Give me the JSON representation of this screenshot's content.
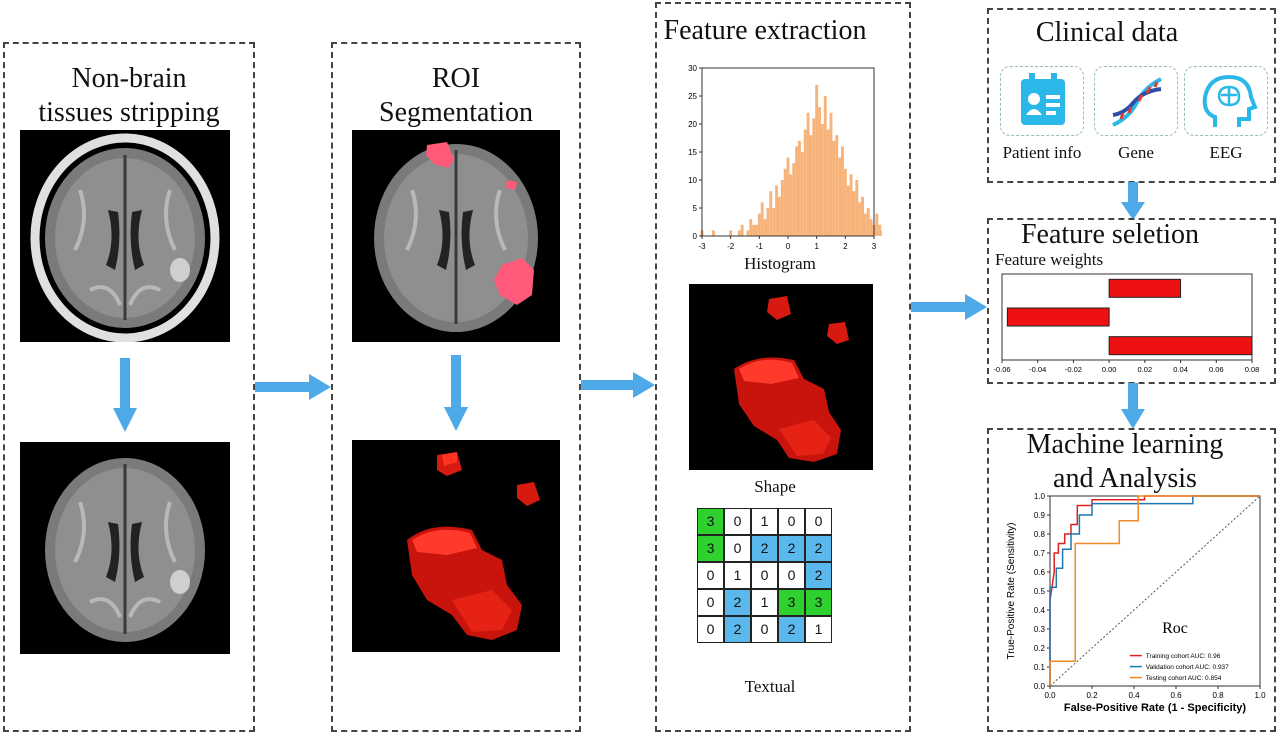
{
  "panels": {
    "stripping": {
      "title": "Non-brain\ntissues stripping"
    },
    "roi": {
      "title": "ROI\nSegmentation"
    },
    "features": {
      "title": "Feature extraction",
      "histogram_label": "Histogram",
      "shape_label": "Shape",
      "textual_label": "Textual"
    },
    "clinical": {
      "title": "Clinical  data",
      "items": [
        {
          "label": "Patient  info",
          "icon": "patient-id-icon"
        },
        {
          "label": "Gene",
          "icon": "dna-icon"
        },
        {
          "label": "EEG",
          "icon": "brain-head-icon"
        }
      ]
    },
    "selection": {
      "title": "Feature seletion",
      "subtitle": "Feature weights"
    },
    "ml": {
      "title": "Machine learning\nand Analysis",
      "roc_label": "Roc"
    }
  },
  "texture_matrix": [
    [
      3,
      0,
      1,
      0,
      0
    ],
    [
      3,
      0,
      2,
      2,
      2
    ],
    [
      0,
      1,
      0,
      0,
      2
    ],
    [
      0,
      2,
      1,
      3,
      3
    ],
    [
      0,
      2,
      0,
      2,
      1
    ]
  ],
  "texture_colors": {
    "3": "#2fd12f",
    "2": "#5bb8ec",
    "1": "#ffffff",
    "0": "#ffffff"
  },
  "chart_data": [
    {
      "type": "bar",
      "name": "histogram",
      "xlim": [
        -3,
        3
      ],
      "ylim": [
        0,
        30
      ],
      "xticks": [
        -3,
        -2,
        -1,
        0,
        1,
        2,
        3
      ],
      "yticks": [
        0,
        5,
        10,
        15,
        20,
        25,
        30
      ],
      "bin_start": -3.05,
      "bin_width": 0.1,
      "values": [
        1,
        0,
        0,
        0,
        1,
        0,
        0,
        0,
        0,
        0,
        1,
        0,
        0,
        1,
        2,
        0,
        1,
        3,
        2,
        2,
        4,
        6,
        3,
        5,
        8,
        5,
        9,
        7,
        10,
        12,
        14,
        11,
        13,
        16,
        17,
        15,
        19,
        22,
        18,
        21,
        27,
        23,
        20,
        25,
        19,
        22,
        17,
        18,
        14,
        16,
        12,
        9,
        11,
        8,
        10,
        6,
        7,
        4,
        5,
        3,
        2,
        4,
        2,
        1,
        2,
        1
      ],
      "color": "#f7b37a"
    },
    {
      "type": "bar",
      "name": "feature-weights",
      "orientation": "horizontal",
      "xticks": [
        -0.06,
        -0.04,
        -0.02,
        0.0,
        0.02,
        0.04,
        0.06,
        0.08
      ],
      "xlim": [
        -0.06,
        0.08
      ],
      "values": [
        0.04,
        -0.057,
        0.08
      ],
      "color": "#ee1111"
    },
    {
      "type": "line",
      "name": "roc",
      "xlabel": "False-Positive Rate (1 - Specificity)",
      "ylabel": "True-Positive Rate (Sensitivity)",
      "xlim": [
        0,
        1
      ],
      "ylim": [
        0,
        1
      ],
      "xticks": [
        0.0,
        0.2,
        0.4,
        0.6,
        0.8,
        1.0
      ],
      "yticks": [
        0.0,
        0.1,
        0.2,
        0.3,
        0.4,
        0.5,
        0.6,
        0.7,
        0.8,
        0.9,
        1.0
      ],
      "legend_position": "bottom-right",
      "series": [
        {
          "name": "Training cohort AUC: 0.96",
          "color": "#e02020",
          "x": [
            0,
            0,
            0.02,
            0.02,
            0.04,
            0.04,
            0.07,
            0.07,
            0.1,
            0.1,
            0.13,
            0.13,
            0.2,
            0.2,
            0.45,
            0.45,
            1
          ],
          "y": [
            0,
            0.45,
            0.6,
            0.7,
            0.7,
            0.75,
            0.75,
            0.8,
            0.8,
            0.85,
            0.85,
            0.95,
            0.95,
            0.98,
            0.98,
            1,
            1
          ]
        },
        {
          "name": "Validation cohort AUC: 0.937",
          "color": "#1f77b4",
          "x": [
            0,
            0,
            0.03,
            0.03,
            0.06,
            0.06,
            0.1,
            0.1,
            0.14,
            0.14,
            0.2,
            0.2,
            0.68,
            0.68,
            1
          ],
          "y": [
            0,
            0.52,
            0.52,
            0.62,
            0.62,
            0.72,
            0.72,
            0.8,
            0.8,
            0.9,
            0.9,
            0.96,
            0.96,
            1,
            1
          ]
        },
        {
          "name": "Testing cohort AUC: 0.854",
          "color": "#f08a24",
          "x": [
            0,
            0,
            0.12,
            0.12,
            0.15,
            0.15,
            0.33,
            0.33,
            0.42,
            0.42,
            1
          ],
          "y": [
            0,
            0.13,
            0.13,
            0.75,
            0.75,
            0.75,
            0.75,
            0.87,
            0.87,
            1,
            1
          ]
        }
      ]
    }
  ]
}
